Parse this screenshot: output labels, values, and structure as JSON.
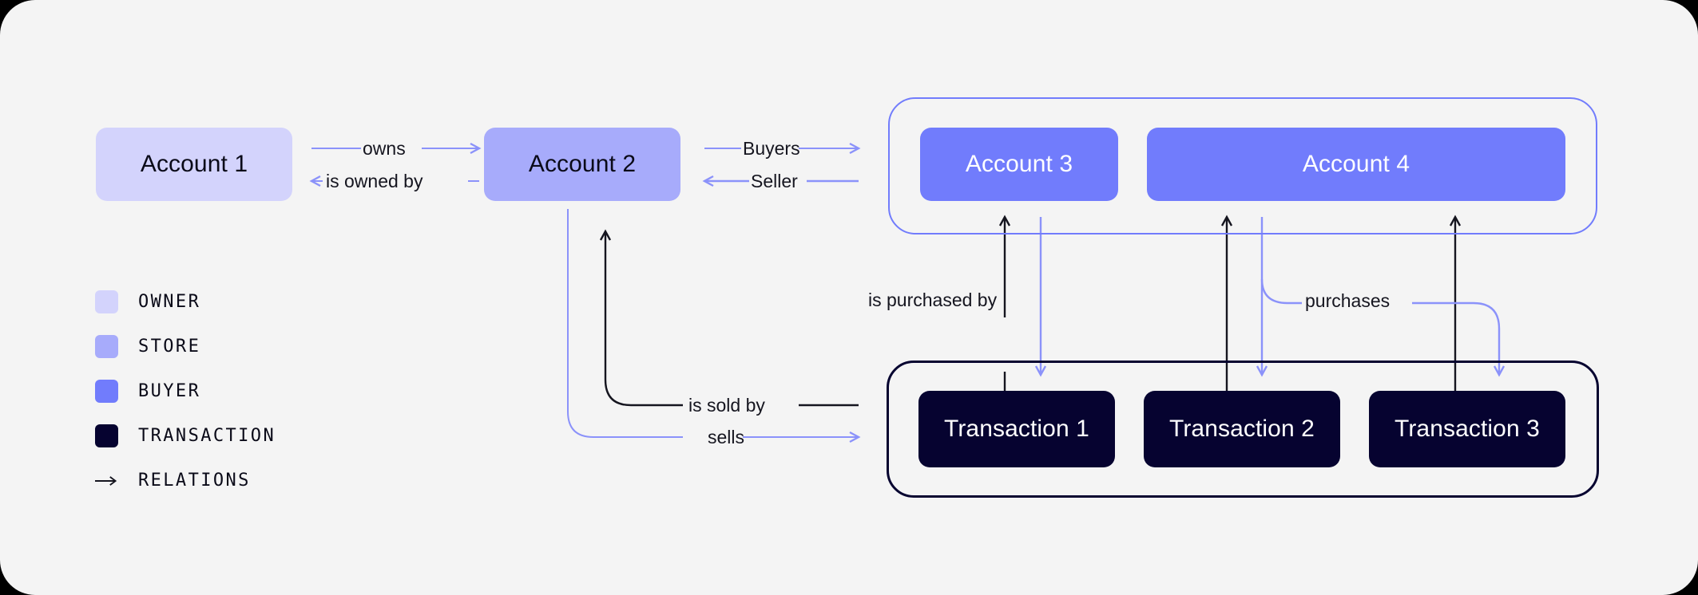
{
  "canvas": {
    "background": "#F4F4F4",
    "page_background": "#000000"
  },
  "palette": {
    "owner": "#D3D3FC",
    "store": "#A7ABFB",
    "buyer": "#717CFC",
    "transaction": "#060330",
    "relation_black": "#15151F",
    "relation_purple": "#8B92FA"
  },
  "nodes": {
    "account1": {
      "label": "Account 1",
      "type": "owner"
    },
    "account2": {
      "label": "Account 2",
      "type": "store"
    },
    "account3": {
      "label": "Account 3",
      "type": "buyer"
    },
    "account4": {
      "label": "Account 4",
      "type": "buyer"
    },
    "transaction1": {
      "label": "Transaction 1",
      "type": "transaction"
    },
    "transaction2": {
      "label": "Transaction 2",
      "type": "transaction"
    },
    "transaction3": {
      "label": "Transaction 3",
      "type": "transaction"
    }
  },
  "edges": {
    "owns": "owns",
    "is_owned_by": "is owned by",
    "buyers": "Buyers",
    "seller": "Seller",
    "is_sold_by": "is sold by",
    "sells": "sells",
    "is_purchased_by": "is purchased by",
    "purchases": "purchases"
  },
  "legend": {
    "items": [
      {
        "label": "OWNER",
        "color": "#D3D3FC",
        "kind": "swatch"
      },
      {
        "label": "STORE",
        "color": "#A7ABFB",
        "kind": "swatch"
      },
      {
        "label": "BUYER",
        "color": "#717CFC",
        "kind": "swatch"
      },
      {
        "label": "TRANSACTION",
        "color": "#060330",
        "kind": "swatch"
      },
      {
        "label": "RELATIONS",
        "color": "#15151F",
        "kind": "arrow"
      }
    ]
  }
}
